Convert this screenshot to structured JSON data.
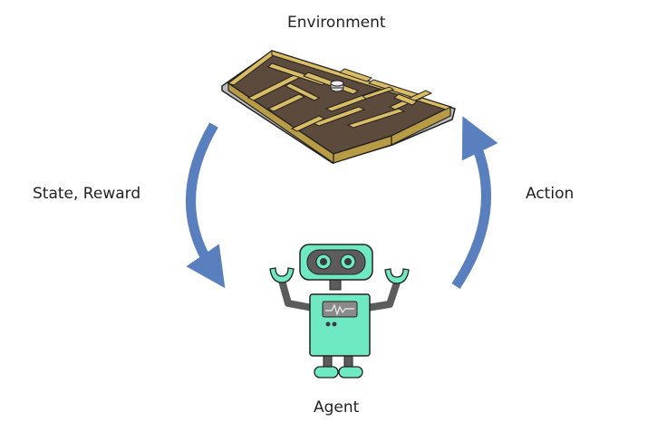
{
  "labels": {
    "environment": "Environment",
    "state_reward": "State, Reward",
    "action": "Action",
    "agent": "Agent"
  },
  "colors": {
    "arrow": "#5a7fbf",
    "maze_wall": "#d9bc63",
    "maze_floor": "#5c4a3c",
    "robot_body": "#6fe8c4",
    "robot_dark": "#5c5c5c",
    "outline": "#222222"
  },
  "icons": {
    "environment": "maze-icon",
    "agent": "robot-icon"
  }
}
